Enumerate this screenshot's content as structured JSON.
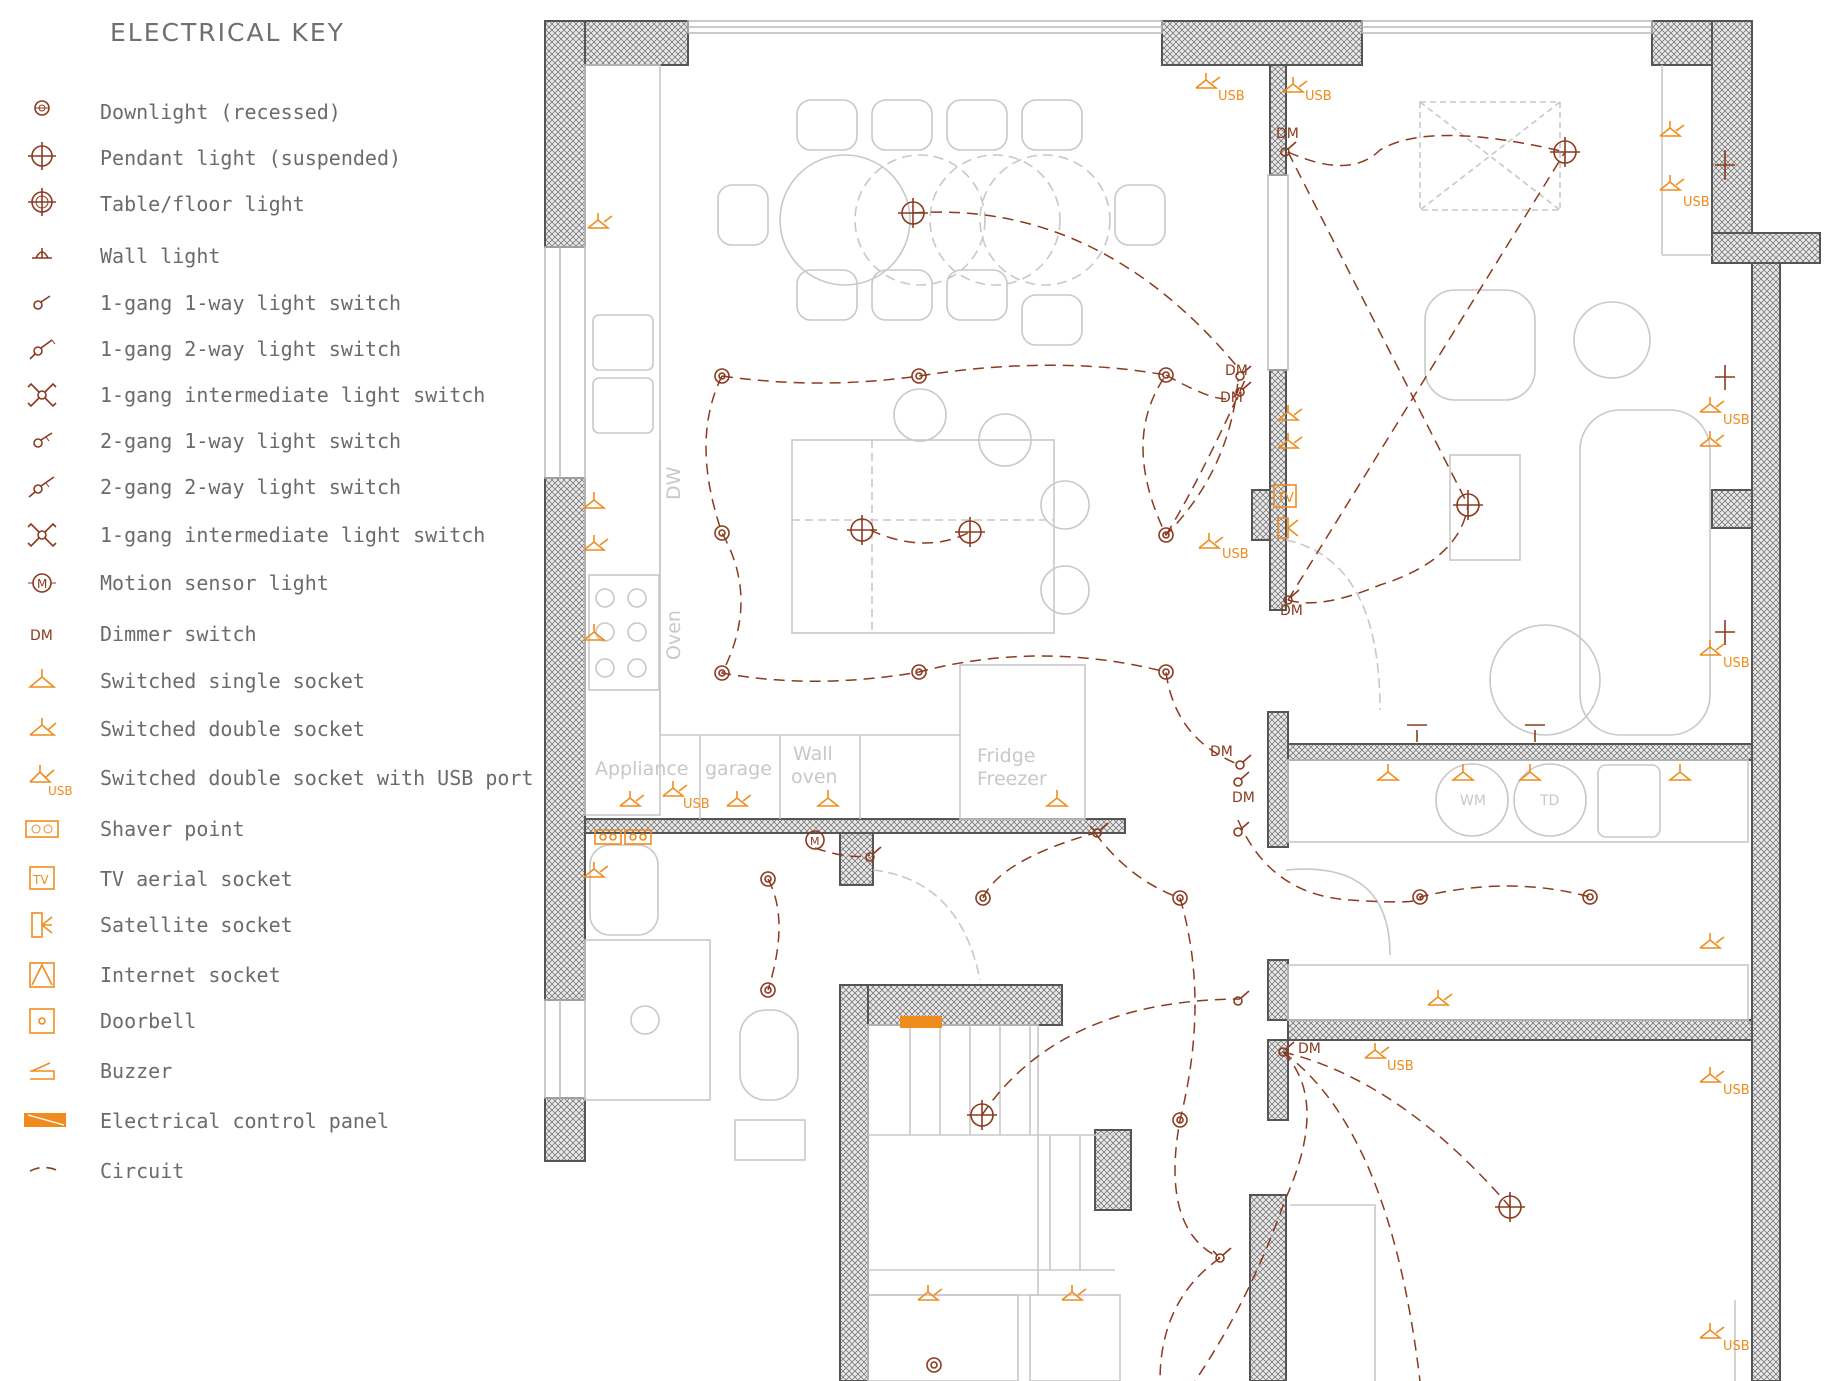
{
  "key": {
    "title": "ELECTRICAL KEY",
    "items": [
      {
        "label": "Downlight (recessed)",
        "icon": "downlight-icon"
      },
      {
        "label": "Pendant light (suspended)",
        "icon": "pendant-light-icon"
      },
      {
        "label": "Table/floor light",
        "icon": "table-floor-light-icon"
      },
      {
        "label": "Wall light",
        "icon": "wall-light-icon"
      },
      {
        "label": "1-gang 1-way light switch",
        "icon": "switch-1g1w-icon"
      },
      {
        "label": "1-gang 2-way light switch",
        "icon": "switch-1g2w-icon"
      },
      {
        "label": "1-gang intermediate light switch",
        "icon": "switch-1g-intermediate-icon"
      },
      {
        "label": "2-gang 1-way light switch",
        "icon": "switch-2g1w-icon"
      },
      {
        "label": "2-gang 2-way light switch",
        "icon": "switch-2g2w-icon"
      },
      {
        "label": "1-gang intermediate light switch",
        "icon": "switch-1g-intermediate-alt-icon"
      },
      {
        "label": "Motion sensor light",
        "icon": "motion-sensor-icon"
      },
      {
        "label": "Dimmer switch",
        "icon": "dimmer-switch-icon",
        "glyph": "DM"
      },
      {
        "label": "Switched single socket",
        "icon": "single-socket-icon"
      },
      {
        "label": "Switched double socket",
        "icon": "double-socket-icon"
      },
      {
        "label": "Switched double socket with USB port",
        "icon": "usb-socket-icon",
        "glyph": "USB"
      },
      {
        "label": "Shaver point",
        "icon": "shaver-point-icon"
      },
      {
        "label": "TV aerial socket",
        "icon": "tv-aerial-icon",
        "glyph": "TV"
      },
      {
        "label": "Satellite socket",
        "icon": "satellite-socket-icon"
      },
      {
        "label": "Internet socket",
        "icon": "internet-socket-icon"
      },
      {
        "label": "Doorbell",
        "icon": "doorbell-icon"
      },
      {
        "label": "Buzzer",
        "icon": "buzzer-icon"
      },
      {
        "label": "Electrical control panel",
        "icon": "control-panel-icon"
      },
      {
        "label": "Circuit",
        "icon": "circuit-icon"
      }
    ]
  },
  "plan": {
    "room_labels": {
      "dw": "DW",
      "oven": "Oven",
      "appliance": "Appliance",
      "garage": "garage",
      "wall": "Wall",
      "oven2": "oven",
      "fridge": "Fridge",
      "freezer": "Freezer",
      "wm": "WM",
      "td": "TD",
      "tv": "TV"
    },
    "dm": "DM",
    "usb": "USB"
  },
  "colors": {
    "wall": "#555555",
    "furniture": "#c8c8c8",
    "circuit": "#8b3a1f",
    "socket": "#f08c1e",
    "text": "#6b6b6b"
  }
}
